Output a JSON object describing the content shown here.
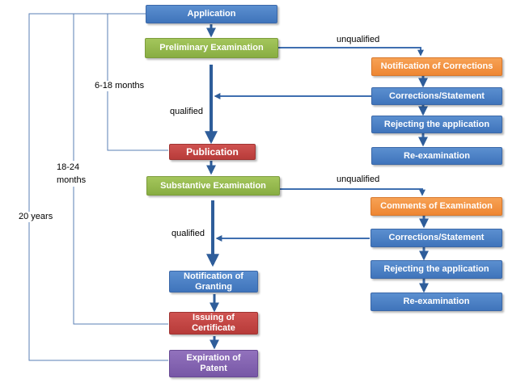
{
  "boxes": {
    "application": "Application",
    "preliminary_examination": "Preliminary Examination",
    "notification_of_corrections": "Notification of Corrections",
    "corrections_statement_1": "Corrections/Statement",
    "rejecting_application_1": "Rejecting the application",
    "re_examination_1": "Re-examination",
    "publication": "Publication",
    "substantive_examination": "Substantive Examination",
    "comments_of_examination": "Comments of Examination",
    "corrections_statement_2": "Corrections/Statement",
    "rejecting_application_2": "Rejecting the application",
    "re_examination_2": "Re-examination",
    "notification_of_granting": "Notification of Granting",
    "issuing_of_certificate": "Issuing of Certificate",
    "expiration_of_patent": "Expiration of Patent"
  },
  "labels": {
    "unqualified_1": "unqualified",
    "qualified_1": "qualified",
    "unqualified_2": "unqualified",
    "qualified_2": "qualified",
    "period_publication": "6-18 months",
    "period_certificate": "18-24 months",
    "period_patent": "20 years"
  },
  "colors": {
    "blue": "#4f81bd",
    "green": "#9bbb59",
    "orange": "#f79646",
    "red": "#c0504d",
    "purple": "#8064a2",
    "line": "#4f81bd",
    "bracket": "#4f81bd"
  }
}
